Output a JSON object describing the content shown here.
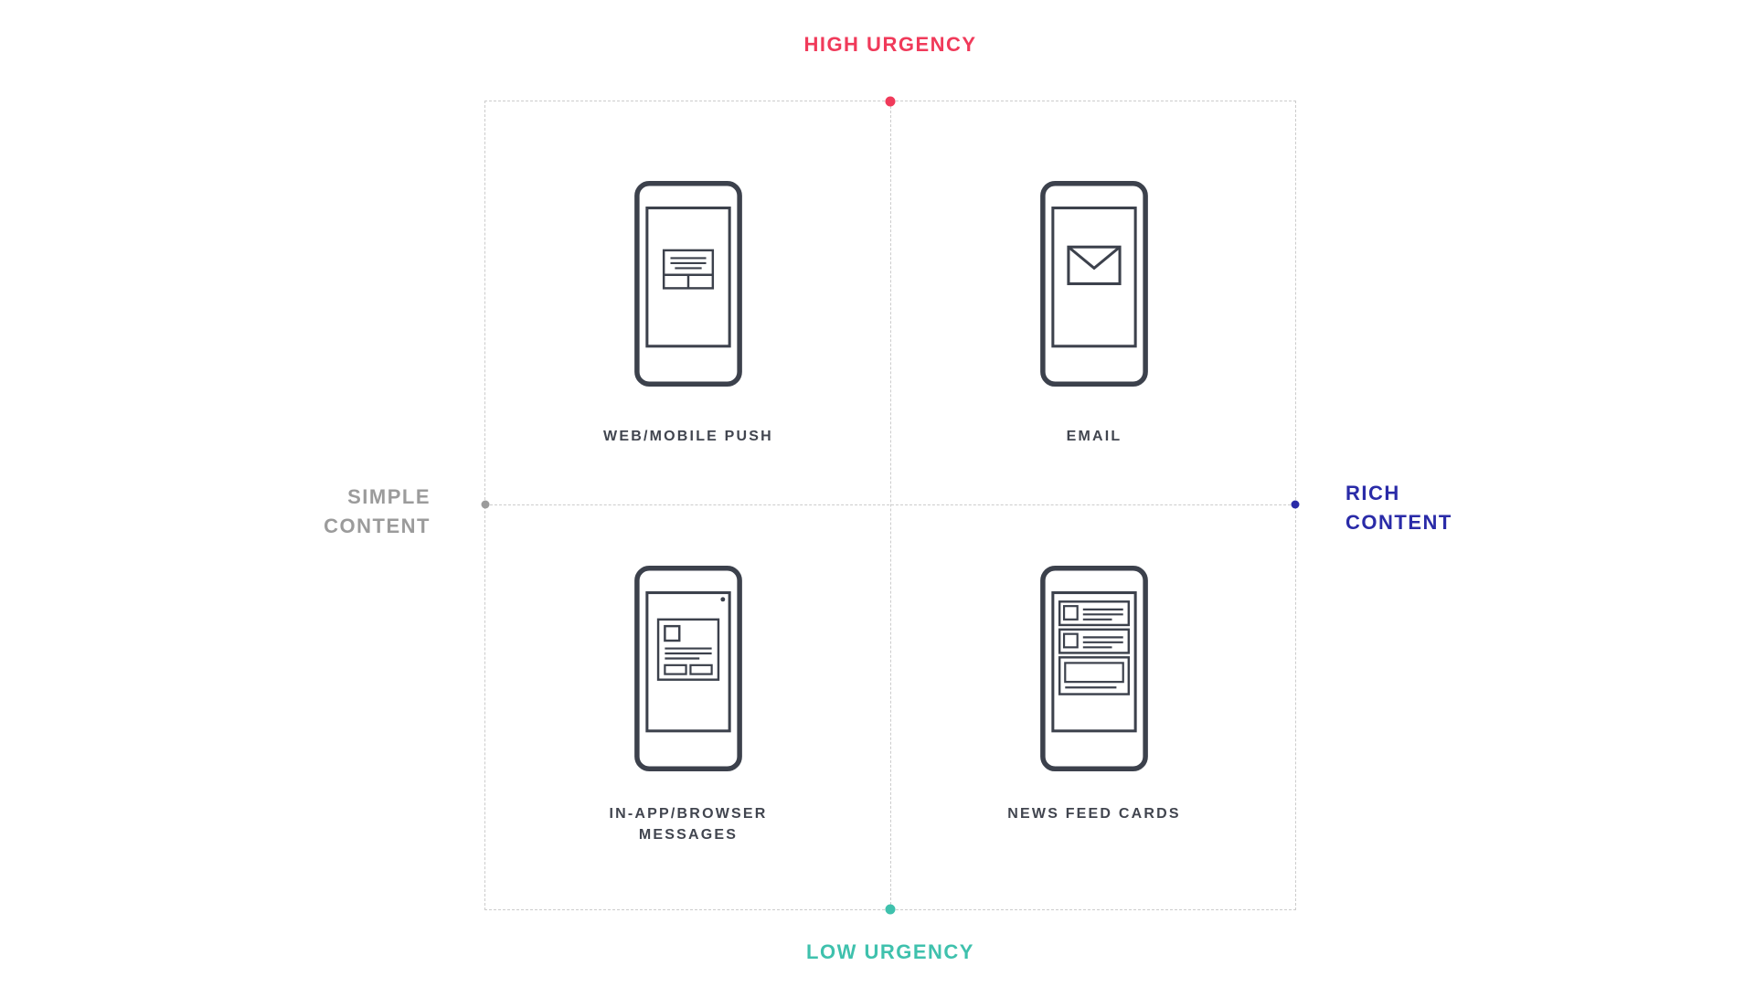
{
  "axes": {
    "top": {
      "label": "HIGH URGENCY"
    },
    "bottom": {
      "label": "LOW URGENCY"
    },
    "left": {
      "label": "SIMPLE CONTENT"
    },
    "right": {
      "label": "RICH CONTENT"
    }
  },
  "quadrants": [
    {
      "position": "top-left",
      "label": "WEB/MOBILE PUSH",
      "icon": "push-notification-phone-icon"
    },
    {
      "position": "top-right",
      "label": "EMAIL",
      "icon": "email-phone-icon"
    },
    {
      "position": "bottom-left",
      "label": "IN-APP/BROWSER MESSAGES",
      "icon": "in-app-message-phone-icon"
    },
    {
      "position": "bottom-right",
      "label": "NEWS FEED CARDS",
      "icon": "news-feed-phone-icon"
    }
  ],
  "colors": {
    "high_urgency": "#f03a5a",
    "low_urgency": "#3fc1ad",
    "simple_content": "#9b9b9b",
    "rich_content": "#2a2ba8",
    "grid_line": "#cccccc",
    "phone_outline": "#3c414c",
    "quadrant_label": "#41454f",
    "background": "#ffffff"
  }
}
